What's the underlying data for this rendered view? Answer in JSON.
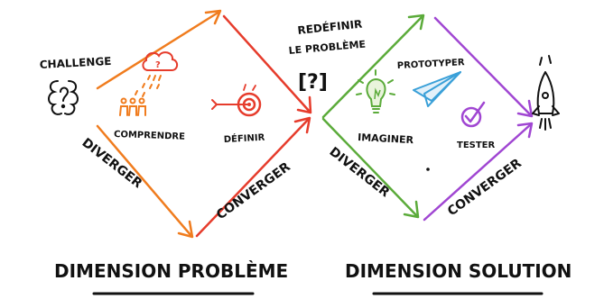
{
  "labels": {
    "challenge": "CHALLENGE",
    "comprendre": "COMPRENDRE",
    "definir": "DÉFINIR",
    "redefinir_line1": "REDÉFINIR",
    "redefinir_line2": "LE PROBLÈME",
    "redefinir_symbol": "[?]",
    "prototyper": "PROTOTYPER",
    "imaginer": "IMAGINER",
    "tester": "TESTER",
    "diverger_1": "DIVERGER",
    "converger_1": "CONVERGER",
    "diverger_2": "DIVERGER",
    "converger_2": "CONVERGER",
    "dimension_probleme": "DIMENSION PROBLÈME",
    "dimension_solution": "DIMENSION SOLUTION"
  },
  "icons": {
    "challenge": "brain-bracket-icon",
    "comprendre": "cloud-and-people-icon",
    "definir": "target-arrow-icon",
    "imaginer": "lightbulb-icon",
    "prototyper": "paper-plane-icon",
    "tester": "checkmark-circle-icon",
    "launch": "rocket-icon"
  },
  "colors": {
    "orange": "#f07c1e",
    "red": "#e63c2c",
    "green": "#5bab3a",
    "blue": "#3aa0d8",
    "purple": "#a046d2",
    "ink": "#111111"
  }
}
